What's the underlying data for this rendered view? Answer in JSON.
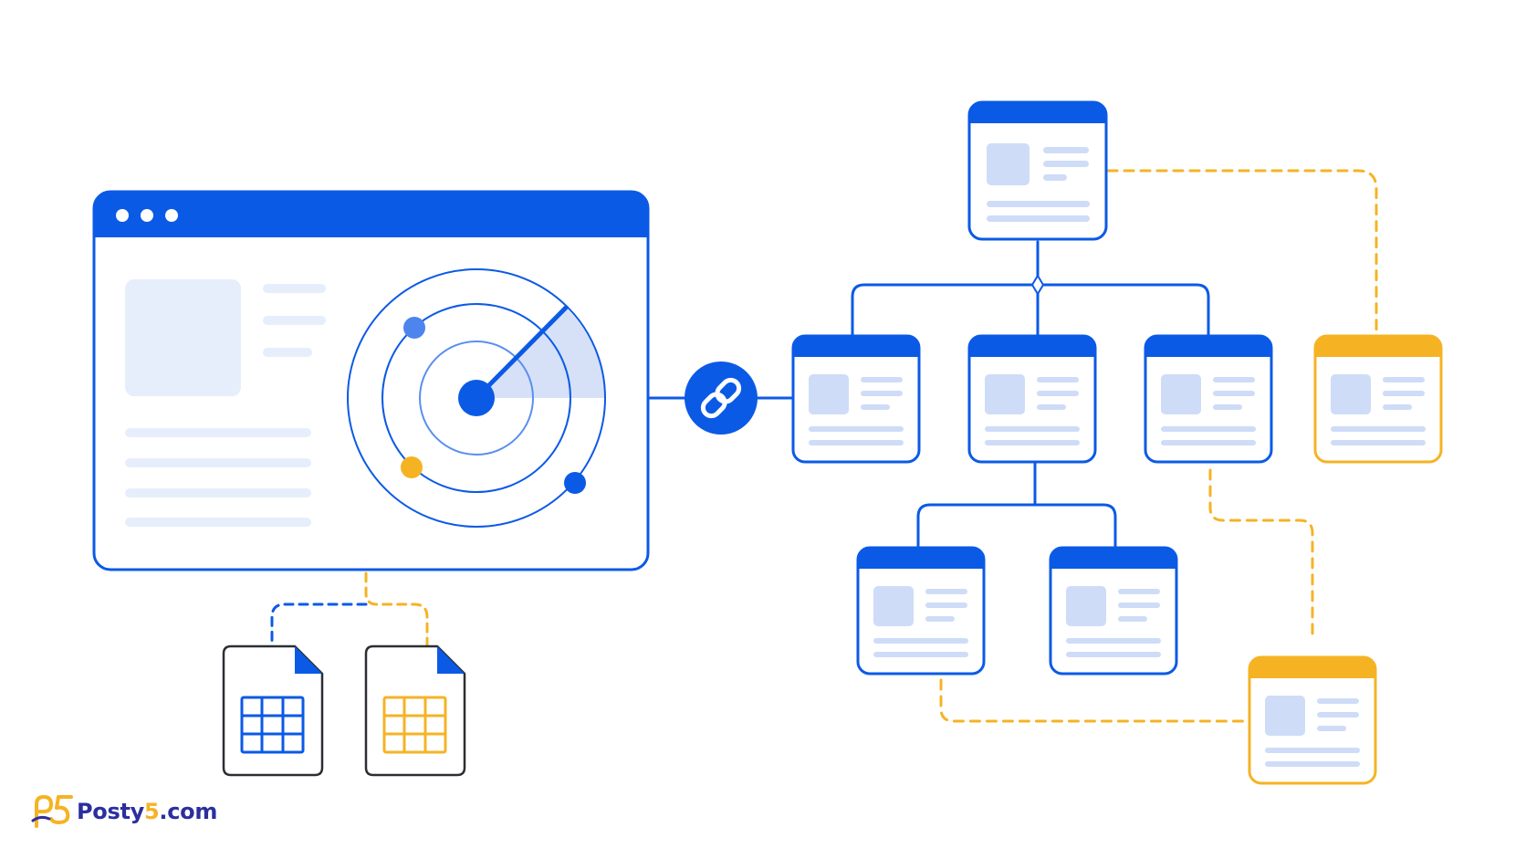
{
  "colors": {
    "blue": "#0b5ae6",
    "blue_light": "#cfdcf7",
    "blue_pale": "#e6eefc",
    "yellow": "#f5b324",
    "ink": "#2b2f33",
    "brand_purple": "#2b2f9e"
  },
  "browser_window": {
    "dots": 3,
    "text_lines": 3,
    "paragraph_lines": 4
  },
  "radar": {
    "rings": 3,
    "blips": [
      "blue",
      "yellow",
      "blue"
    ]
  },
  "link_node": {
    "icon": "chain-link-icon"
  },
  "sitemap": {
    "root": 1,
    "level_1": 3,
    "level_2": 2,
    "yellow_pages": 2
  },
  "files": [
    {
      "icon": "spreadsheet-file-icon",
      "accent": "blue"
    },
    {
      "icon": "spreadsheet-file-icon",
      "accent": "yellow"
    }
  ],
  "brand": {
    "logo_icon": "posty5-logo-icon",
    "name": "Posty",
    "digit": "5",
    "suffix": ".com"
  }
}
